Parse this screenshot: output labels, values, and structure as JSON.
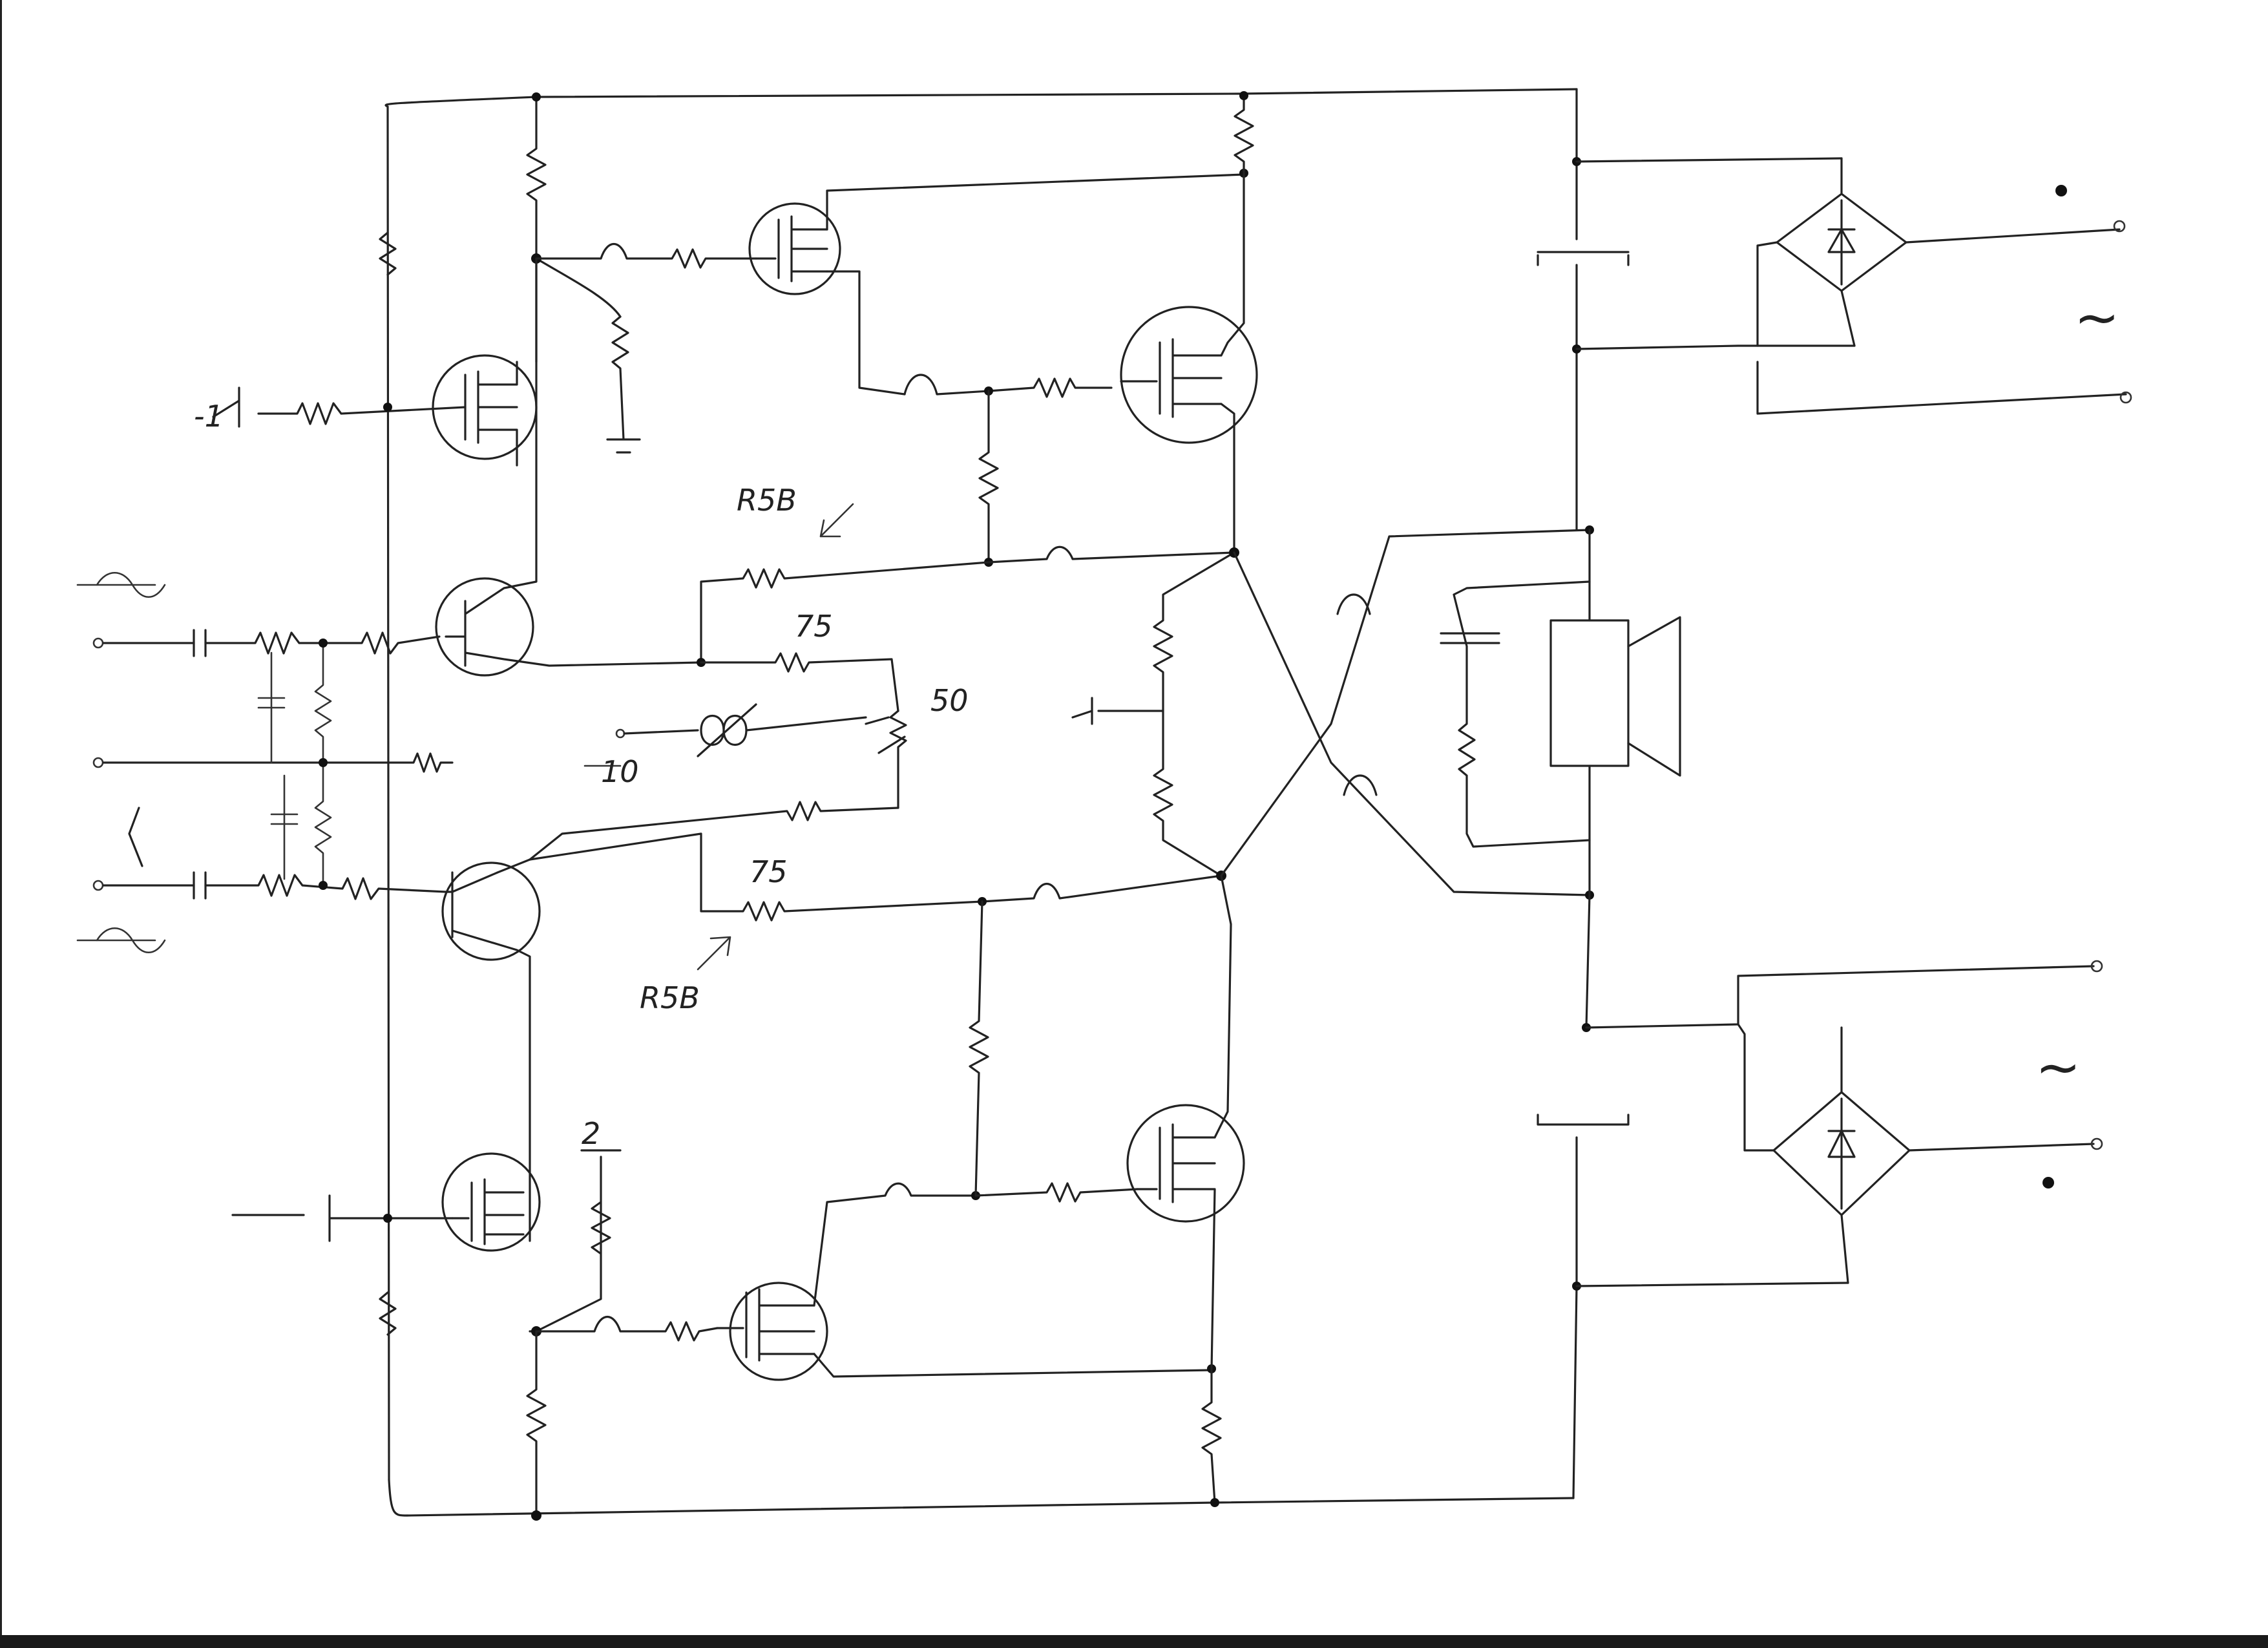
{
  "labels": {
    "r5b_top": "R5B",
    "r5b_bottom": "R5B",
    "r75_top": "75",
    "r75_bottom": "75",
    "pot_value": "50",
    "bias_node": "10",
    "ac_symbol_top": "~",
    "ac_symbol_bottom": "~",
    "minus_one": "-1",
    "top_supply_tag": "1",
    "bottom_supply_tag": "2"
  },
  "colors": {
    "ink": "#222222",
    "paper": "#ffffff",
    "scan_band": "#1a1a1a"
  }
}
